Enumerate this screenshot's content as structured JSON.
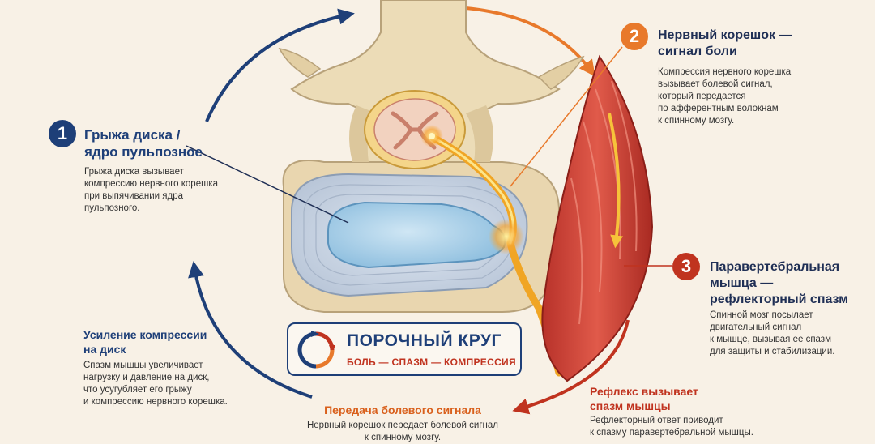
{
  "colors": {
    "navy": "#1e3f78",
    "orange": "#e8792b",
    "red": "#c0331f",
    "background": "#f8f1e6"
  },
  "step1": {
    "number": "1",
    "title": "Грыжа диска /\nядро пульпозное",
    "text": "Грыжа диска вызывает\nкомпрессию нервного корешка\nпри выпячивании ядра\nпульпозного."
  },
  "step2": {
    "number": "2",
    "title": "Нервный корешок —\nсигнал боли",
    "text": "Компрессия нервного корешка\nвызывает болевой сигнал,\nкоторый передается\nпо афферентным волокнам\nк спинному мозгу."
  },
  "step3": {
    "number": "3",
    "title": "Паравертебральная\nмышца —\nрефлекторный спазм",
    "text": "Спинной мозг посылает\nдвигательный сигнал\nк мышце, вызывая ее спазм\nдля защиты и стабилизации."
  },
  "compression": {
    "title": "Усиление компрессии\nна диск",
    "text": "Спазм мышцы увеличивает\nнагрузку и давление на диск,\nчто усугубляет его грыжу\nи компрессию нервного корешка."
  },
  "transmission": {
    "title": "Передача болевого сигнала",
    "text": "Нервный корешок передает болевой сигнал\nк спинному мозгу."
  },
  "reflex": {
    "title": "Рефлекс вызывает\nспазм мышцы",
    "text": "Рефлекторный ответ приводит\nк спазму паравертебральной мышцы."
  },
  "vicious_circle": {
    "title": "ПОРОЧНЫЙ КРУГ",
    "subtitle": "БОЛЬ — СПАЗМ — КОМПРЕССИЯ"
  }
}
